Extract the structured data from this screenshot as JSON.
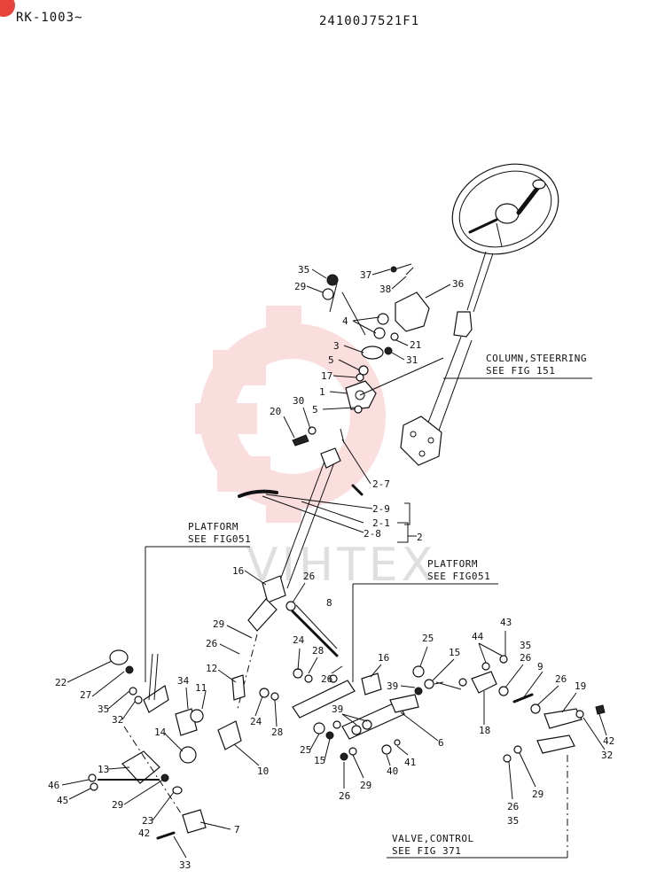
{
  "header": {
    "left_code": "RK-1003~",
    "right_code": "24100J7521F1"
  },
  "watermark": "VIHTEX",
  "notes": {
    "column": [
      "COLUMN,STEERRING",
      "SEE FIG 151"
    ],
    "platform_left": [
      "PLATFORM",
      "SEE FIG051"
    ],
    "platform_right": [
      "PLATFORM",
      "SEE FIG051"
    ],
    "valve": [
      "VALVE,CONTROL",
      "SEE FIG 371"
    ]
  },
  "callouts": [
    "35",
    "29",
    "37",
    "38",
    "36",
    "4",
    "3",
    "21",
    "31",
    "5",
    "17",
    "1",
    "5",
    "20",
    "30",
    "2-7",
    "2-9",
    "2-1",
    "2-8",
    "2",
    "16",
    "26",
    "8",
    "29",
    "26",
    "12",
    "11",
    "34",
    "22",
    "27",
    "35",
    "32",
    "14",
    "13",
    "46",
    "45",
    "29",
    "23",
    "42",
    "7",
    "33",
    "10",
    "24",
    "28",
    "24",
    "28",
    "26",
    "16",
    "25",
    "15",
    "39",
    "39",
    "25",
    "15",
    "26",
    "29",
    "40",
    "41",
    "6",
    "44",
    "43",
    "35",
    "26",
    "9",
    "26",
    "19",
    "18",
    "42",
    "32",
    "26",
    "35",
    "29"
  ],
  "colors": {
    "ink": "#111111",
    "watermark": "#e8423c"
  }
}
